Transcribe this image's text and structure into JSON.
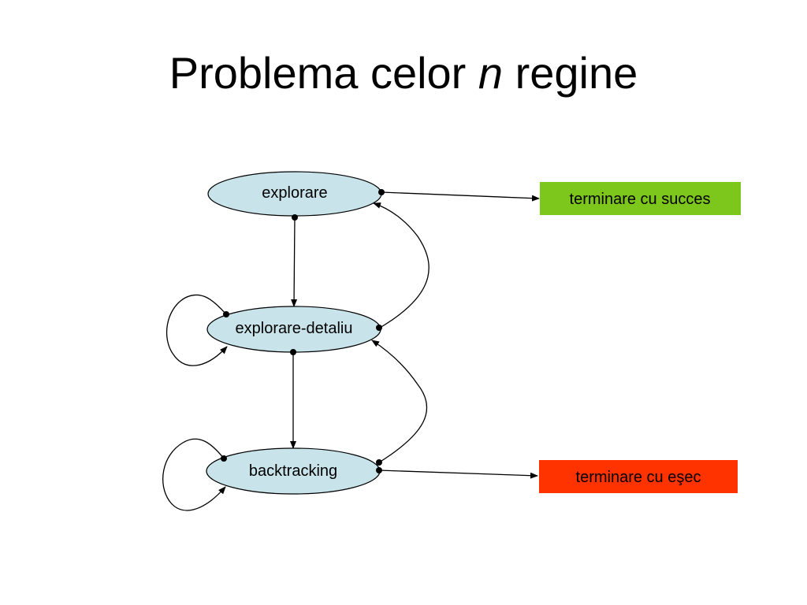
{
  "title": {
    "before": "Problema celor ",
    "italic": "n",
    "after": " regine"
  },
  "states": {
    "explorare": "explorare",
    "detaliu": "explorare-detaliu",
    "backtracking": "backtracking",
    "succes": "terminare cu succes",
    "esec": "terminare cu eşec"
  },
  "colors": {
    "state_fill": "#c8e4ea",
    "succes_fill": "#7dc61c",
    "esec_fill": "#ff3300",
    "stroke": "#000000"
  }
}
